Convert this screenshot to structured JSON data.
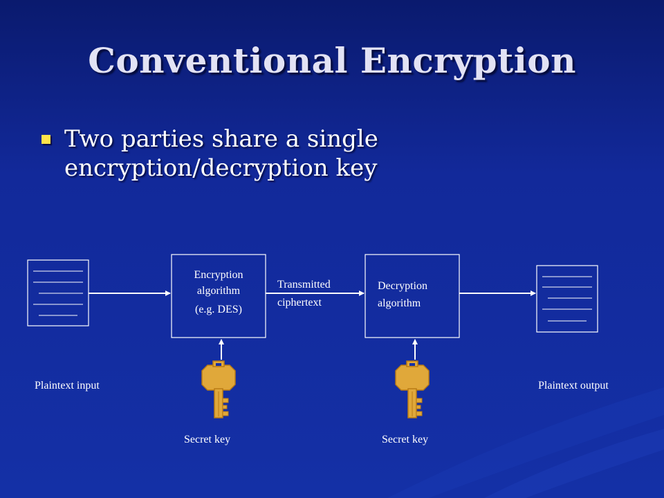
{
  "slide": {
    "title": "Conventional Encryption",
    "bullet": {
      "line1": "Two parties share a single",
      "line2": "encryption/decryption key"
    }
  },
  "diagram": {
    "plaintext_input_label": "Plaintext input",
    "plaintext_output_label": "Plaintext output",
    "encryption_box": {
      "line1": "Encryption",
      "line2": "algorithm",
      "line3": "(e.g. DES)"
    },
    "decryption_box": {
      "line1": "Decryption",
      "line2": "algorithm"
    },
    "transmitted": {
      "line1": "Transmitted",
      "line2": "ciphertext"
    },
    "secret_key_left": "Secret key",
    "secret_key_right": "Secret key"
  },
  "colors": {
    "background": "#1430a6",
    "bullet_marker": "#ffe34a",
    "key_fill": "#e0a83a"
  },
  "icons": [
    "document-icon",
    "key-icon",
    "arrow-icon"
  ]
}
